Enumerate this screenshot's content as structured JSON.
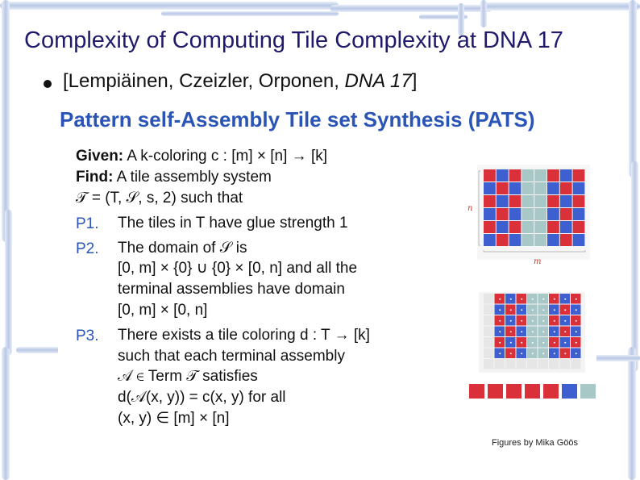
{
  "slide": {
    "title": "Complexity of Computing Tile Complexity at DNA 17",
    "citation_authors": "[Lempiäinen, Czeizler, Orponen, ",
    "citation_venue": "DNA 17",
    "citation_close": "]"
  },
  "pats": {
    "heading": "Pattern self-Assembly Tile set Synthesis (PATS)",
    "given_label": "Given:",
    "given_text": "A k-coloring c : [m] × [n] → [k]",
    "find_label": "Find:",
    "find_text": "A tile assembly system",
    "find_tuple": "𝒯 = (T, 𝒮, s, 2) such that",
    "p1_label": "P1.",
    "p1_text": "The tiles in T have glue strength 1",
    "p2_label": "P2.",
    "p2_line1": "The domain of 𝒮 is",
    "p2_line2": "[0, m] × {0} ∪ {0} × [0, n] and all the",
    "p2_line3": "terminal assemblies have domain",
    "p2_line4": "[0, m] × [0, n]",
    "p3_label": "P3.",
    "p3_line1": "There exists a tile coloring d : T → [k]",
    "p3_line2": "such that each terminal assembly",
    "p3_line3": "𝒜 ∈ Term 𝒯 satisfies",
    "p3_line4": "d(𝒜(x, y)) = c(x, y) for all",
    "p3_line5": "(x, y) ∈ [m] × [n]"
  },
  "figure": {
    "n_label": "n",
    "m_label": "m",
    "caption": "Figures by Mika Göös",
    "colors": {
      "red": "#d9303a",
      "blue": "#3e5fcf",
      "teal": "#a8c8c8"
    }
  }
}
